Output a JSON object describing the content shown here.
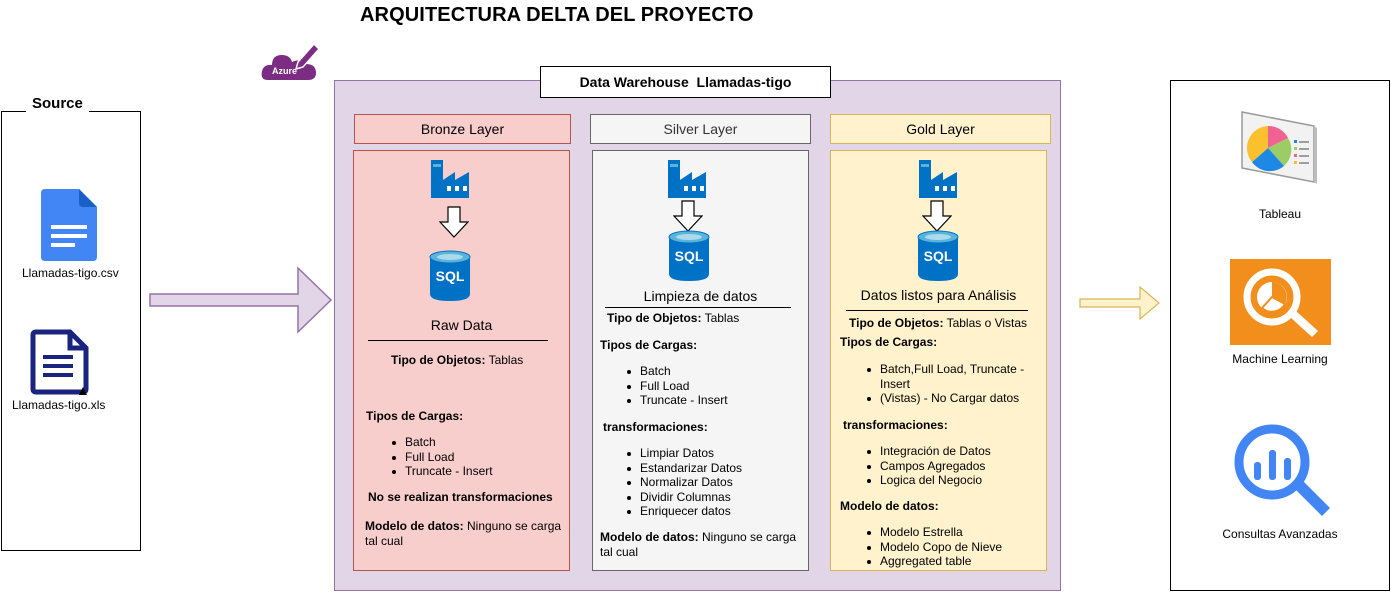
{
  "title": "ARQUITECTURA DELTA DEL PROYECTO",
  "cloud_badge": "Azure",
  "source": {
    "label": "Source",
    "files": [
      {
        "name": "Llamadas-tigo.csv",
        "icon": "csv-file-icon"
      },
      {
        "name": "Llamadas-tigo.xls",
        "icon": "xls-file-icon"
      }
    ]
  },
  "warehouse": {
    "title": "Data Warehouse  Llamadas-tigo",
    "bronze": {
      "header": "Bronze Layer",
      "subtitle": "Raw Data",
      "objects_label": "Tipo de Objetos:",
      "objects_value": " Tablas",
      "loads_label": "Tipos de Cargas:",
      "loads": [
        "Batch",
        "Full Load",
        "Truncate - Insert"
      ],
      "note": "No se realizan transformaciones",
      "model_label": "Modelo de datos:",
      "model_value_1": " Ninguno se carga",
      "model_value_2": "tal cual"
    },
    "silver": {
      "header": "Silver Layer",
      "subtitle": "Limpieza de datos",
      "objects_label": "Tipo de Objetos:",
      "objects_value": " Tablas",
      "loads_label": "Tipos de Cargas:",
      "loads": [
        "Batch",
        "Full Load",
        "Truncate - Insert"
      ],
      "transforms_label": "transformaciones:",
      "transforms": [
        "Limpiar Datos",
        "Estandarizar Datos",
        "Normalizar Datos",
        "Dividir Columnas",
        "Enriquecer datos"
      ],
      "model_label": "Modelo de datos:",
      "model_value_1": " Ninguno se carga",
      "model_value_2": "tal cual"
    },
    "gold": {
      "header": "Gold Layer",
      "subtitle": "Datos listos para Análisis",
      "objects_label": "Tipo de Objetos:",
      "objects_value": " Tablas o Vistas",
      "loads_label": "Tipos de Cargas:",
      "loads_1a": "Batch,Full Load, Truncate -",
      "loads_1b": "Insert",
      "loads_2": "(Vistas) - No Cargar datos",
      "transforms_label": "transformaciones:",
      "transforms": [
        "Integración de Datos",
        "Campos Agregados",
        "Logica del Negocio"
      ],
      "model_label": "Modelo de datos:",
      "models": [
        "Modelo Estrella",
        "Modelo Copo de Nieve",
        "Aggregated table"
      ]
    },
    "sql_label": "SQL"
  },
  "consumers": [
    {
      "name": "Tableau",
      "icon": "pie-chart-presentation-icon"
    },
    {
      "name": "Machine Learning",
      "icon": "machine-learning-icon"
    },
    {
      "name": "Consultas Avanzadas",
      "icon": "magnifier-chart-icon"
    }
  ],
  "colors": {
    "warehouse_fill": "#e1d5e7",
    "bronze_fill": "#f8cecc",
    "silver_fill": "#f5f5f5",
    "gold_fill": "#fff2cc",
    "azure_blue": "#0072c6",
    "gold_arrow": "#fff2cc"
  }
}
